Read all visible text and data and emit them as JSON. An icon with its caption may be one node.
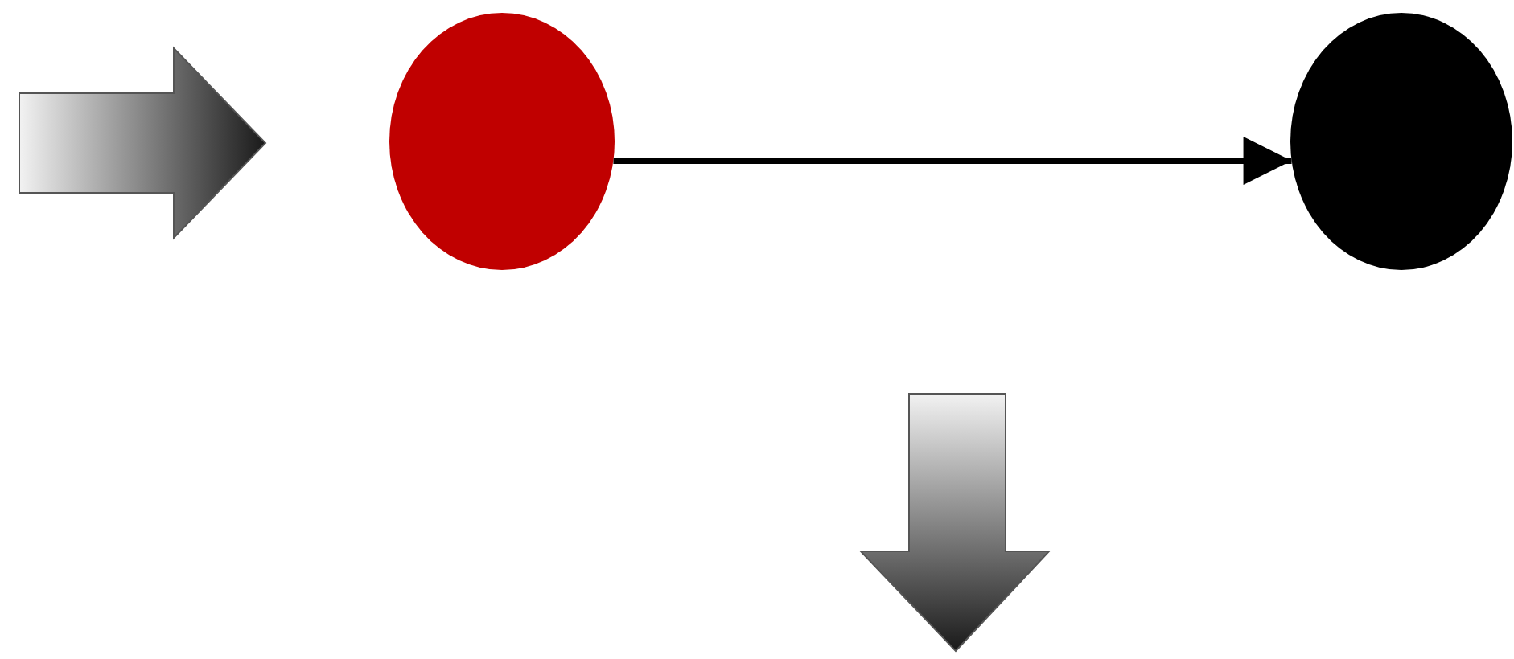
{
  "diagram": {
    "nodes": [
      {
        "text": [],
        "shape": "circle"
      },
      {
        "text": [],
        "shape": "circle"
      }
    ],
    "edges": [
      {
        "from": 0,
        "to": 1,
        "arrow": "to"
      }
    ]
  }
}
